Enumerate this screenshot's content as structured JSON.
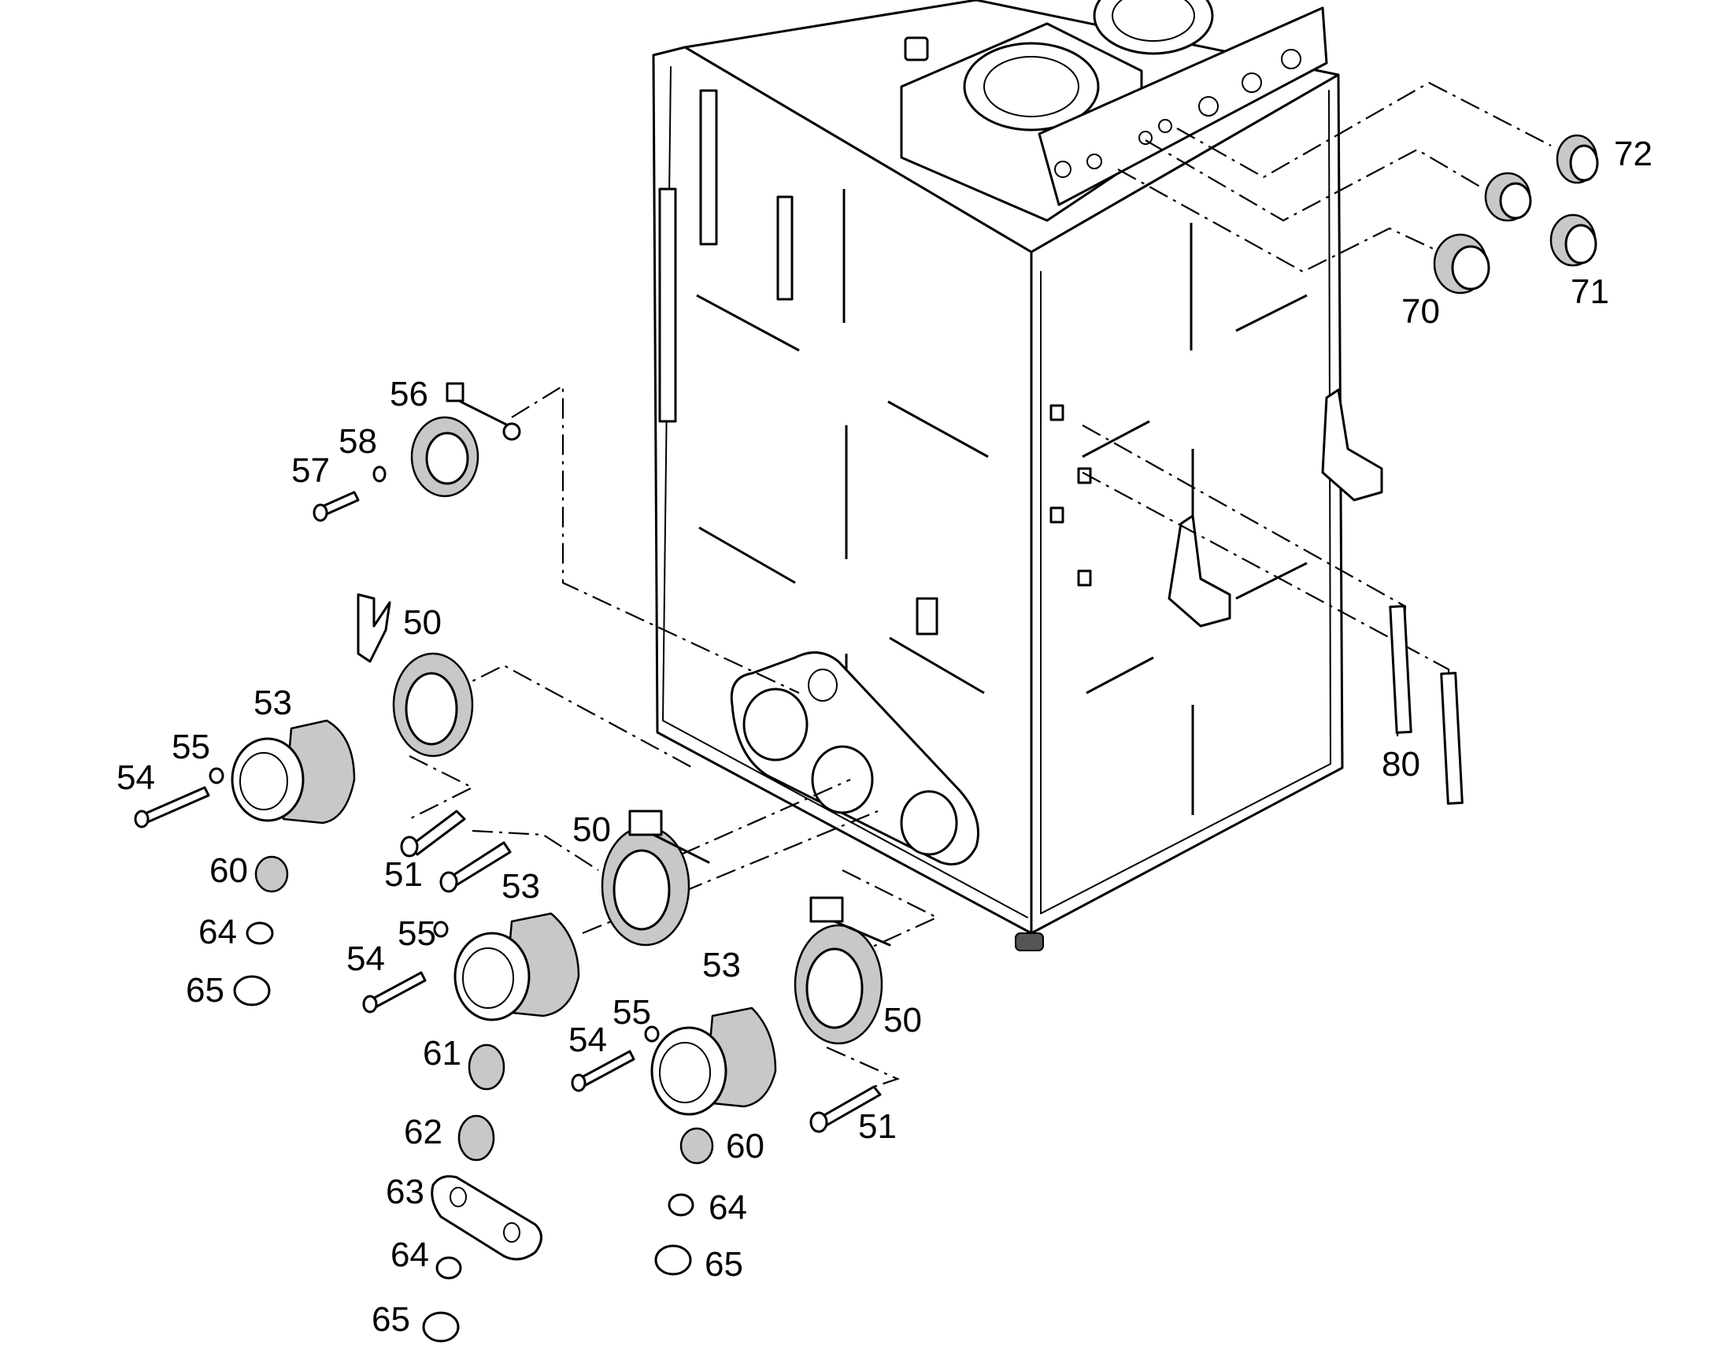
{
  "callouts": [
    {
      "id": "n72",
      "text": "72"
    },
    {
      "id": "n71",
      "text": "71"
    },
    {
      "id": "n70",
      "text": "70"
    },
    {
      "id": "n56",
      "text": "56"
    },
    {
      "id": "n58",
      "text": "58"
    },
    {
      "id": "n57",
      "text": "57"
    },
    {
      "id": "n50a",
      "text": "50"
    },
    {
      "id": "n53a",
      "text": "53"
    },
    {
      "id": "n55a",
      "text": "55"
    },
    {
      "id": "n54a",
      "text": "54"
    },
    {
      "id": "n80",
      "text": "80"
    },
    {
      "id": "n51a",
      "text": "51"
    },
    {
      "id": "n50b",
      "text": "50"
    },
    {
      "id": "n60a",
      "text": "60"
    },
    {
      "id": "n53b",
      "text": "53"
    },
    {
      "id": "n64a",
      "text": "64"
    },
    {
      "id": "n55b",
      "text": "55"
    },
    {
      "id": "n54b",
      "text": "54"
    },
    {
      "id": "n65a",
      "text": "65"
    },
    {
      "id": "n53c",
      "text": "53"
    },
    {
      "id": "n50c",
      "text": "50"
    },
    {
      "id": "n55c",
      "text": "55"
    },
    {
      "id": "n54c",
      "text": "54"
    },
    {
      "id": "n61",
      "text": "61"
    },
    {
      "id": "n51b",
      "text": "51"
    },
    {
      "id": "n62",
      "text": "62"
    },
    {
      "id": "n60b",
      "text": "60"
    },
    {
      "id": "n63",
      "text": "63"
    },
    {
      "id": "n64b",
      "text": "64"
    },
    {
      "id": "n64c",
      "text": "64"
    },
    {
      "id": "n65b",
      "text": "65"
    },
    {
      "id": "n65c",
      "text": "65"
    }
  ]
}
